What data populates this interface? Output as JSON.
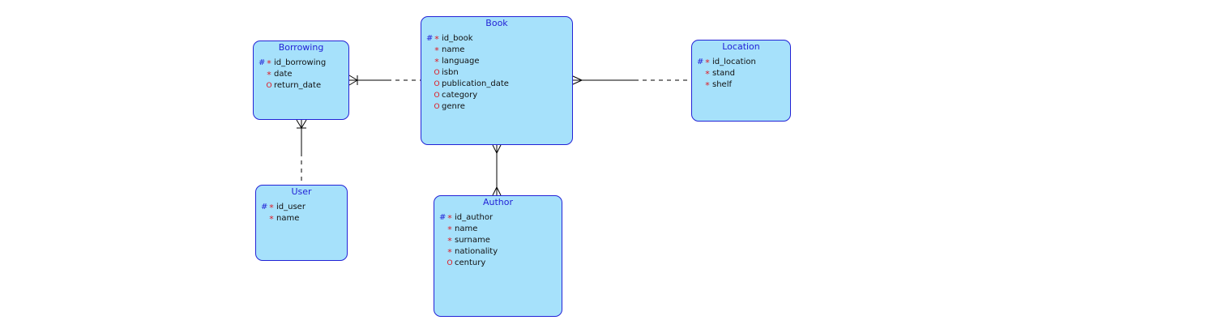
{
  "entities": {
    "borrowing": {
      "title": "Borrowing",
      "attributes": [
        {
          "pk": "#",
          "mark": "*",
          "name": "id_borrowing"
        },
        {
          "pk": "",
          "mark": "*",
          "name": "date"
        },
        {
          "pk": "",
          "mark": "O",
          "name": "return_date"
        }
      ]
    },
    "book": {
      "title": "Book",
      "attributes": [
        {
          "pk": "#",
          "mark": "*",
          "name": "id_book"
        },
        {
          "pk": "",
          "mark": "*",
          "name": "name"
        },
        {
          "pk": "",
          "mark": "*",
          "name": "language"
        },
        {
          "pk": "",
          "mark": "O",
          "name": "isbn"
        },
        {
          "pk": "",
          "mark": "O",
          "name": "publication_date"
        },
        {
          "pk": "",
          "mark": "O",
          "name": "category"
        },
        {
          "pk": "",
          "mark": "O",
          "name": "genre"
        }
      ]
    },
    "location": {
      "title": "Location",
      "attributes": [
        {
          "pk": "#",
          "mark": "*",
          "name": "id_location"
        },
        {
          "pk": "",
          "mark": "*",
          "name": "stand"
        },
        {
          "pk": "",
          "mark": "*",
          "name": "shelf"
        }
      ]
    },
    "user": {
      "title": "User",
      "attributes": [
        {
          "pk": "#",
          "mark": "*",
          "name": "id_user"
        },
        {
          "pk": "",
          "mark": "*",
          "name": "name"
        }
      ]
    },
    "author": {
      "title": "Author",
      "attributes": [
        {
          "pk": "#",
          "mark": "*",
          "name": "id_author"
        },
        {
          "pk": "",
          "mark": "*",
          "name": "name"
        },
        {
          "pk": "",
          "mark": "*",
          "name": "surname"
        },
        {
          "pk": "",
          "mark": "*",
          "name": "nationality"
        },
        {
          "pk": "",
          "mark": "O",
          "name": "century"
        }
      ]
    }
  },
  "colors": {
    "entity_fill": "#a6e1fb",
    "entity_border": "#2323d6",
    "title_text": "#2323d6",
    "mandatory_mark": "#e0141e",
    "line": "#000000"
  }
}
